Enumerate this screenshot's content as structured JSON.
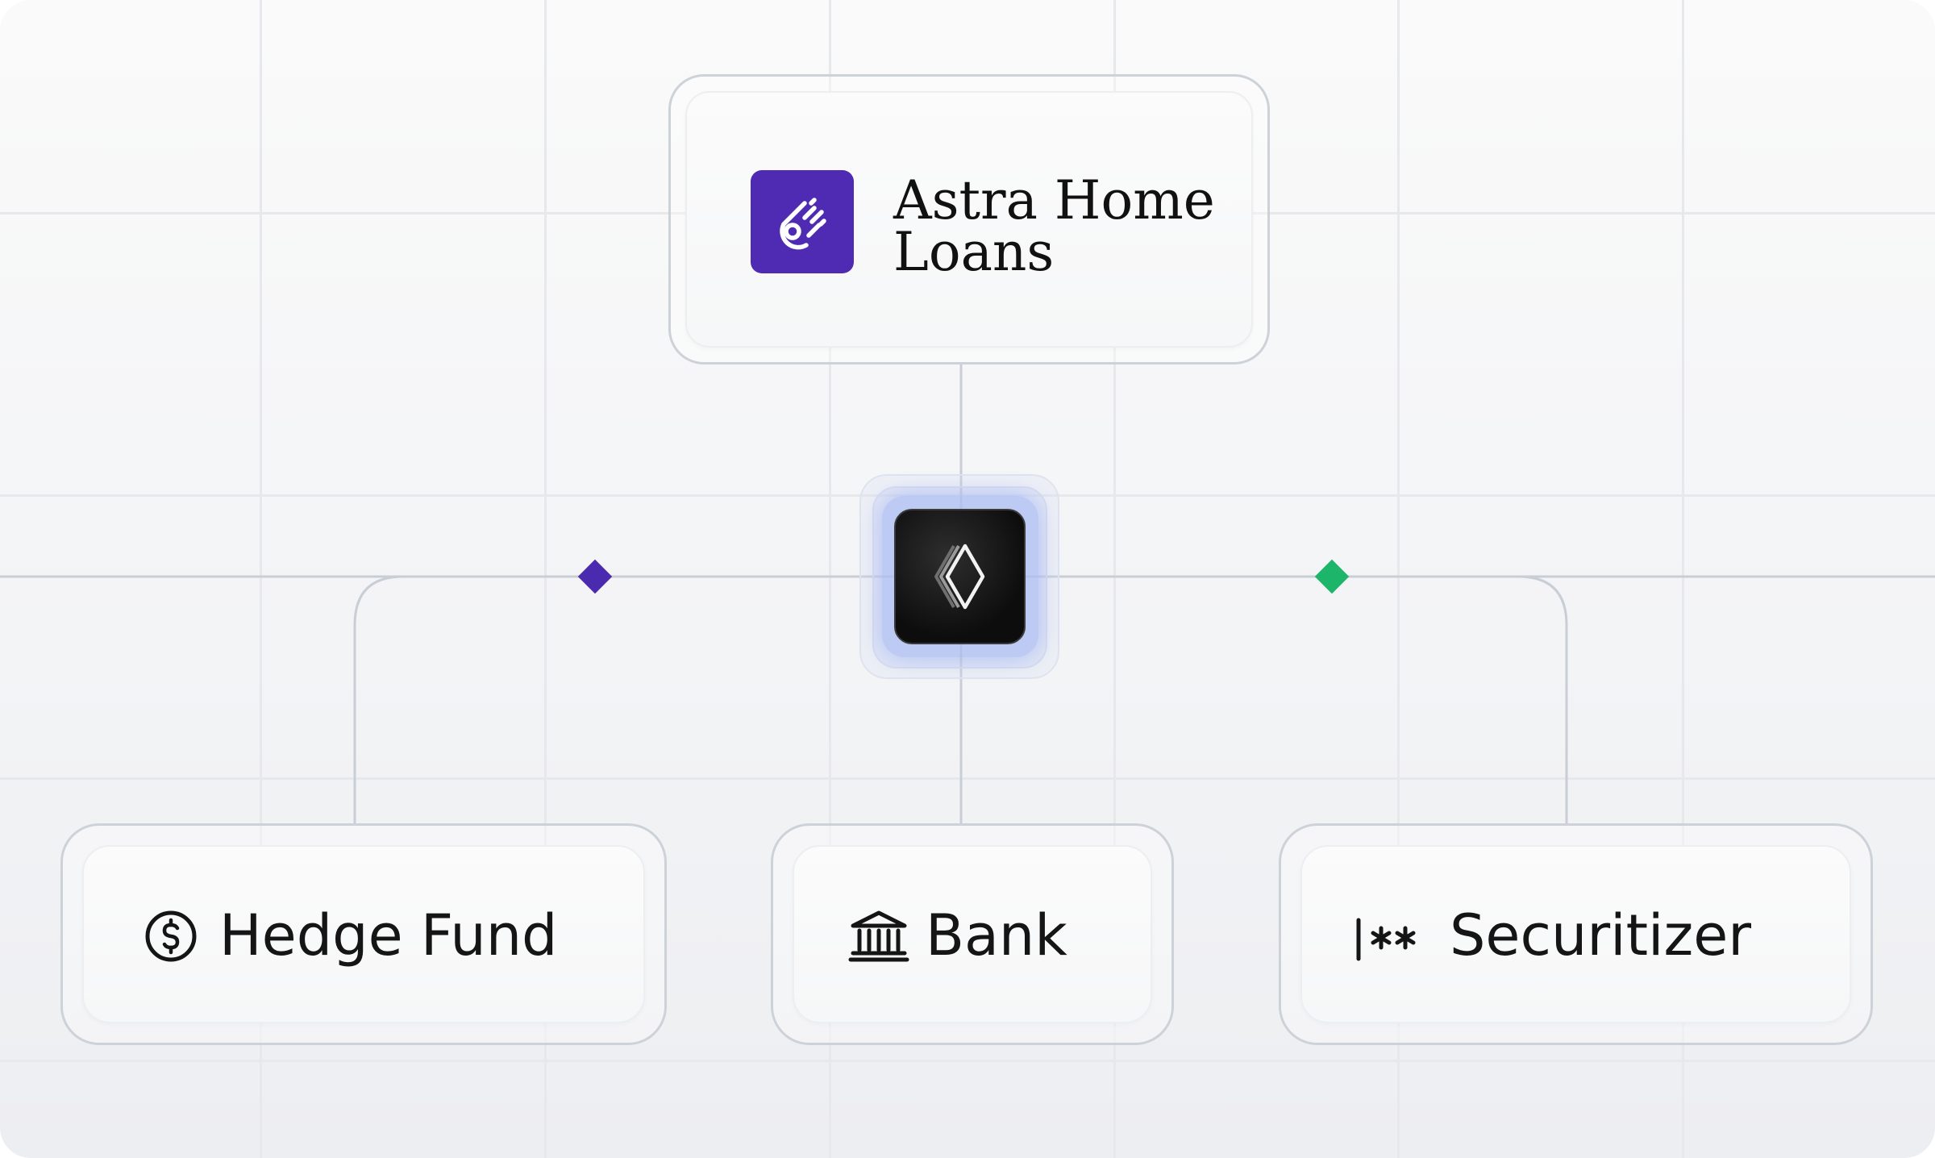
{
  "diagram": {
    "top_node": {
      "label_line1": "Astra Home",
      "label_line2": "Loans",
      "logo_icon": "comet-icon",
      "logo_color": "#4f2bb3"
    },
    "hub": {
      "icon": "layered-diamond-icon"
    },
    "bottom_nodes": [
      {
        "label": "Hedge Fund",
        "icon": "dollar-circle-icon"
      },
      {
        "label": "Bank",
        "icon": "bank-building-icon"
      },
      {
        "label": "Securitizer",
        "icon": "text-cursor-asterisks-icon"
      }
    ],
    "markers": {
      "left_color": "#4a2bb0",
      "right_color": "#1db56a"
    }
  }
}
